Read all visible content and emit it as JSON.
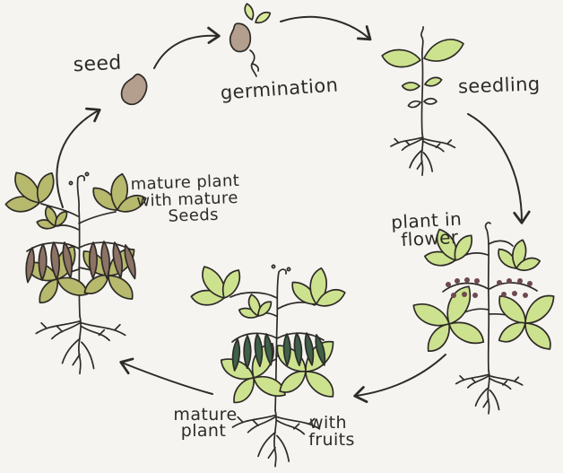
{
  "diagram_type": "plant-life-cycle",
  "colors": {
    "paper": "#f5f4f0",
    "ink": "#2e2b28",
    "leaf_green": "#cde28e",
    "sprout_green": "#d8ea9a",
    "olive_green": "#b7b96c",
    "pod_green": "#3f6149",
    "pod_brown": "#8d7365",
    "seed_tan": "#b49e8e",
    "flower_maroon": "#6d4850"
  },
  "stages": {
    "seed": {
      "label": "seed"
    },
    "germination": {
      "label": "germination"
    },
    "seedling": {
      "label": "seedling"
    },
    "plant_in_flower": {
      "label_line1": "plant in",
      "label_line2": "flower"
    },
    "mature_plant_with_fruits": {
      "label_left_line1": "mature",
      "label_left_line2": "plant",
      "label_right_line1": "with",
      "label_right_line2": "fruits"
    },
    "mature_plant_with_seeds": {
      "label_line1": "mature plant",
      "label_line2": "with mature",
      "label_line3": "Seeds"
    }
  },
  "arrows": [
    {
      "from": "seed",
      "to": "germination"
    },
    {
      "from": "germination",
      "to": "seedling"
    },
    {
      "from": "seedling",
      "to": "plant in flower"
    },
    {
      "from": "plant in flower",
      "to": "mature plant with fruits"
    },
    {
      "from": "mature plant with fruits",
      "to": "mature plant with mature seeds"
    },
    {
      "from": "mature plant with mature seeds",
      "to": "seed"
    }
  ]
}
